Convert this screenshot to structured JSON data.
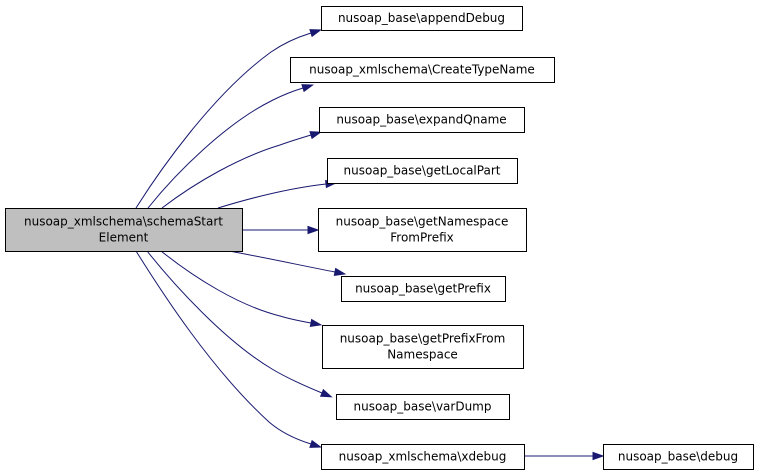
{
  "colors": {
    "edge": "#191970",
    "root_fill": "#bfbfbf",
    "node_fill": "#ffffff",
    "border": "#000000"
  },
  "nodes": {
    "root": [
      "nusoap_xmlschema\\schemaStart",
      "Element"
    ],
    "appendDebug": [
      "nusoap_base\\appendDebug"
    ],
    "createTypeName": [
      "nusoap_xmlschema\\CreateTypeName"
    ],
    "expandQname": [
      "nusoap_base\\expandQname"
    ],
    "getLocalPart": [
      "nusoap_base\\getLocalPart"
    ],
    "getNamespaceFromPrefix": [
      "nusoap_base\\getNamespace",
      "FromPrefix"
    ],
    "getPrefix": [
      "nusoap_base\\getPrefix"
    ],
    "getPrefixFromNamespace": [
      "nusoap_base\\getPrefixFrom",
      "Namespace"
    ],
    "varDump": [
      "nusoap_base\\varDump"
    ],
    "xdebug": [
      "nusoap_xmlschema\\xdebug"
    ],
    "debug": [
      "nusoap_base\\debug"
    ]
  },
  "edges": [
    [
      "root",
      "appendDebug"
    ],
    [
      "root",
      "createTypeName"
    ],
    [
      "root",
      "expandQname"
    ],
    [
      "root",
      "getLocalPart"
    ],
    [
      "root",
      "getNamespaceFromPrefix"
    ],
    [
      "root",
      "getPrefix"
    ],
    [
      "root",
      "getPrefixFromNamespace"
    ],
    [
      "root",
      "varDump"
    ],
    [
      "root",
      "xdebug"
    ],
    [
      "xdebug",
      "debug"
    ]
  ]
}
